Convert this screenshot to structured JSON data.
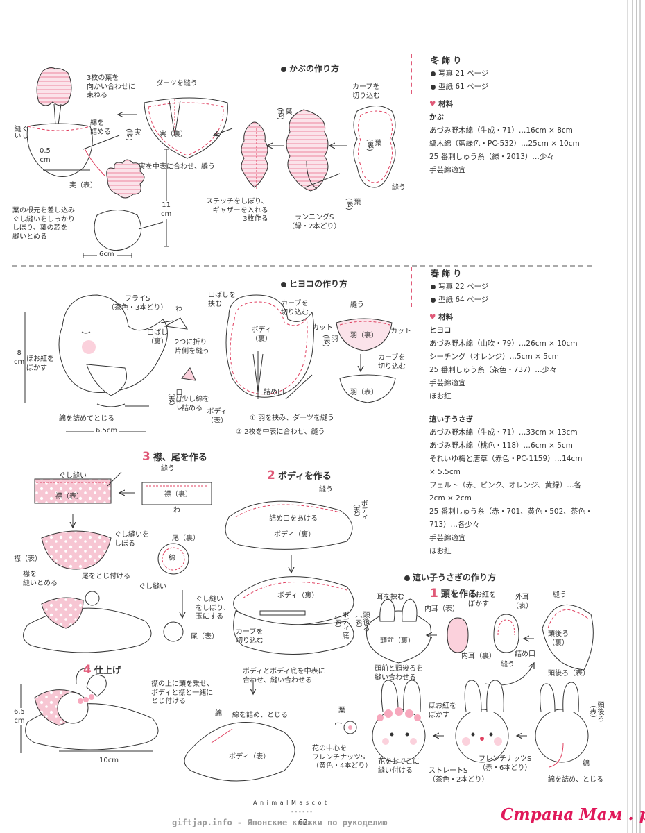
{
  "kabu": {
    "title": "かぶの作り方",
    "labels": {
      "leaves3": "3枚の葉を\n向かい合わせに\n束ねる",
      "dart": "ダーツを縫う",
      "curve_cut": "カーブを\n切り込む",
      "ha_omote": "葉\n(表)",
      "ha_ura": "葉\n(裏)",
      "stuff": "綿を\n詰める",
      "gushi": "ぐし\n縫い",
      "jitsu_ura": "実（裏）",
      "jitsu_omote_v": "実\n(表)",
      "sew": "縫う",
      "cm05": "0.5\ncm",
      "nakaomote": "実を中表に合わせ、縫う",
      "jitsu_omote": "実（表）",
      "stitch": "ステッチをしぼり、\nギャザーを入れる\n3枚作る",
      "running": "ランニングS\n（緑・2本どり）",
      "root": "葉の根元を差し込み\nぐし縫いをしっかり\nしぼり、葉の芯を\n縫いとめる",
      "h11": "11\ncm",
      "w6": "6cm"
    }
  },
  "hiyoko": {
    "title": "ヒヨコの作り方",
    "labels": {
      "fly": "フライS\n（茶色・3本どり）",
      "wa": "わ",
      "kuchi_ura": "口ばし\n（裏）",
      "kuchi_hasamu": "口ばしを\n挟む",
      "curve": "カーブを\n切り込む",
      "body_ura": "ボディ\n（裏）",
      "sew": "縫う",
      "cut": "カット",
      "hane_omote": "羽\n(表)",
      "hane_ura": "羽（裏）",
      "cut2": "カット",
      "curve2": "カーブを\n切り込む",
      "hoo": "ほお紅を\nぼかす",
      "fold": "2つに折り\n片側を縫う",
      "little": "少し綿を\n詰める",
      "kuchi_omote": "口ばし\n（表）",
      "tsume": "詰め口",
      "body_omote": "ボディ\n（表）",
      "step1": "① 羽を挟み、ダーツを縫う",
      "step2": "② 2枚を中表に合わせ、縫う",
      "hane_omote2": "羽（表）",
      "stuff_close": "綿を詰めてとじる",
      "h8": "8\ncm",
      "w65": "6.5cm"
    }
  },
  "steps": {
    "s3": {
      "num": "3",
      "label": "襟、尾を作る"
    },
    "s2": {
      "num": "2",
      "label": "ボディを作る"
    },
    "s4": {
      "num": "4",
      "label": "仕上げ"
    },
    "s1": {
      "num": "1",
      "label": "頭を作る"
    }
  },
  "usagi": {
    "title": "這い子うさぎの作り方",
    "labels": {
      "gushi": "ぐし縫い",
      "eri_omote": "襟（表）",
      "nuu": "縫う",
      "eri_ura": "襟（裏）",
      "wa": "わ",
      "gushi_shibo": "ぐし縫いを\nしぼる",
      "eri_omote2": "襟（表）",
      "eri_tome": "襟を\n縫いとめる",
      "o_tojitsuke": "尾をとじ付ける",
      "o_ura": "尾（裏）",
      "wata": "綿",
      "gushi2": "ぐし縫い",
      "gushi_tama": "ぐし縫い\nをしぼり、\n玉にする",
      "o_omote": "尾（表）",
      "b_nuu": "縫う",
      "tsumeguchi": "詰め口をあける",
      "body_ura": "ボディ（裏）",
      "body_omote_v": "ボディ\n（表）",
      "body_ura2": "ボディ（裏）",
      "curve": "カーブを\n切り込む",
      "bodytei_v": "ボディ底\n（表）",
      "combine": "ボディとボディ底を中表に\n合わせ、縫い合わせる",
      "wata_tojiru": "綿を詰め、とじる",
      "wata_label": "綿",
      "body_omote2": "ボディ（表）",
      "finish": "襟の上に頭を乗せ、\nボディと襟と一緒に\nとじ付ける",
      "h65": "6.5\ncm",
      "w10": "10cm",
      "mimi": "耳を挟む",
      "uchimimi_omote": "内耳（表）",
      "hoo": "ほお紅を\nぼかす",
      "sotomimi": "外耳\n（表）",
      "nuu2": "縫う",
      "atamaushiro_v": "頭後ろ\n（表）",
      "atamamae": "頭前（裏）",
      "uchimimi_ura": "内耳（裏）",
      "nuu3": "縫う",
      "tsumeguchi2": "詰め口",
      "atamaushiro_ura": "頭後ろ\n（裏）",
      "atamaushiro_omote": "頭後ろ（表）",
      "nuiawase": "頭前と頭後ろを\n縫い合わせる",
      "ha": "葉",
      "hana": "花の中心を\nフレンチナッツS\n（黄色・4本どり）",
      "hoo2": "ほお紅を\nぼかす",
      "hana_tsuke": "花をおでこに\n縫い付ける",
      "straight": "ストレートS\n（茶色・2本どり）",
      "french": "フレンチナッツS\n（赤・6本どり）",
      "atamaushiro_v2": "頭後ろ\n（表）",
      "wata3": "綿",
      "wata_tojiru2": "綿を詰め、とじる"
    }
  },
  "recipe": {
    "winter": {
      "section": "冬 飾 り",
      "photo": "写真 21 ページ",
      "pattern": "型紙 61 ページ",
      "material_label": "材料",
      "sub": "かぶ",
      "items": [
        "あづみ野木綿（生成・71）…16cm × 8cm",
        "縞木綿（藍緑色・PC-532）…25cm × 10cm",
        "25 番刺しゅう糸（緑・2013）…少々",
        "手芸綿適宜"
      ]
    },
    "spring": {
      "section": "春 飾 り",
      "photo": "写真 22 ページ",
      "pattern": "型紙 64 ページ",
      "material_label": "材料",
      "sub1": "ヒヨコ",
      "items1": [
        "あづみ野木綿（山吹・79）…26cm × 10cm",
        "シーチング（オレンジ）…5cm × 5cm",
        "25 番刺しゅう糸（茶色・737）…少々",
        "手芸綿適宜",
        "ほお紅"
      ],
      "sub2": "這い子うさぎ",
      "items2": [
        "あづみ野木綿（生成・71）…33cm × 13cm",
        "あづみ野木綿（桃色・118）…6cm × 5cm",
        "それいゆ梅と唐草（赤色・PC-1159）…14cm",
        "× 5.5cm",
        "フェルト（赤、ピンク、オレンジ、黄緑）…各",
        "2cm × 2cm",
        "25 番刺しゅう糸（赤・701、黄色・502、茶色・",
        "713）…各少々",
        "手芸綿適宜",
        "ほお紅"
      ]
    }
  },
  "footer": {
    "running_title": "A n i m a l   M a s c o t",
    "page": "62",
    "watermark": "giftjap.info - Японские книжки по рукоделию",
    "logo": "Страна Мам . ру"
  }
}
